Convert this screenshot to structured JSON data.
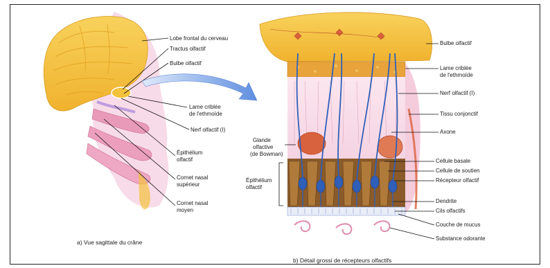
{
  "left_panel": {
    "labels": {
      "frontal_lobe": "Lobe frontal du cerveau",
      "olfactory_tract": "Tractus olfactif",
      "olfactory_bulb": "Bulbe olfactif",
      "cribriform_plate": "Lame criblée",
      "cribriform_plate_2": "de l'ethmoïde",
      "olfactory_nerve": "Nerf olfactif (I)",
      "epithelium": "Épithélium",
      "epithelium_2": "olfactif",
      "superior_concha": "Cornet nasal",
      "superior_concha_2": "supérieur",
      "middle_concha": "Cornet nasal",
      "middle_concha_2": "moyen"
    },
    "caption": "a) Vue sagittale du crâne"
  },
  "right_panel": {
    "labels": {
      "olfactory_bulb": "Bulbe olfactif",
      "cribriform_plate": "Lame criblée",
      "cribriform_plate_2": "de l'ethmoïde",
      "olfactory_nerve": "Nerf olfactif (I)",
      "connective_tissue": "Tissu conjonctif",
      "axon": "Axone",
      "gland": "Glande",
      "gland_2": "olfactive",
      "gland_3": "(de Bowman)",
      "epithelium": "Épithélium",
      "epithelium_2": "olfactif",
      "basal_cell": "Cellule basale",
      "support_cell": "Cellule de soutien",
      "receptor": "Récepteur olfactif",
      "dendrite": "Dendrite",
      "cilia": "Cils olfactifs",
      "mucus": "Couche de mucus",
      "odorant": "Substance odorante"
    },
    "caption": "b) Détail grossi de récepteurs olfactifs"
  },
  "colors": {
    "brain": "#f3c23c",
    "brain_dark": "#e0a21c",
    "cribriform": "#e8a33a",
    "connective": "#f7d9e6",
    "receptor": "#2f5fb8",
    "support": "#8a5a2a",
    "gland": "#d9623e",
    "arrow": "#5f8fe0"
  }
}
